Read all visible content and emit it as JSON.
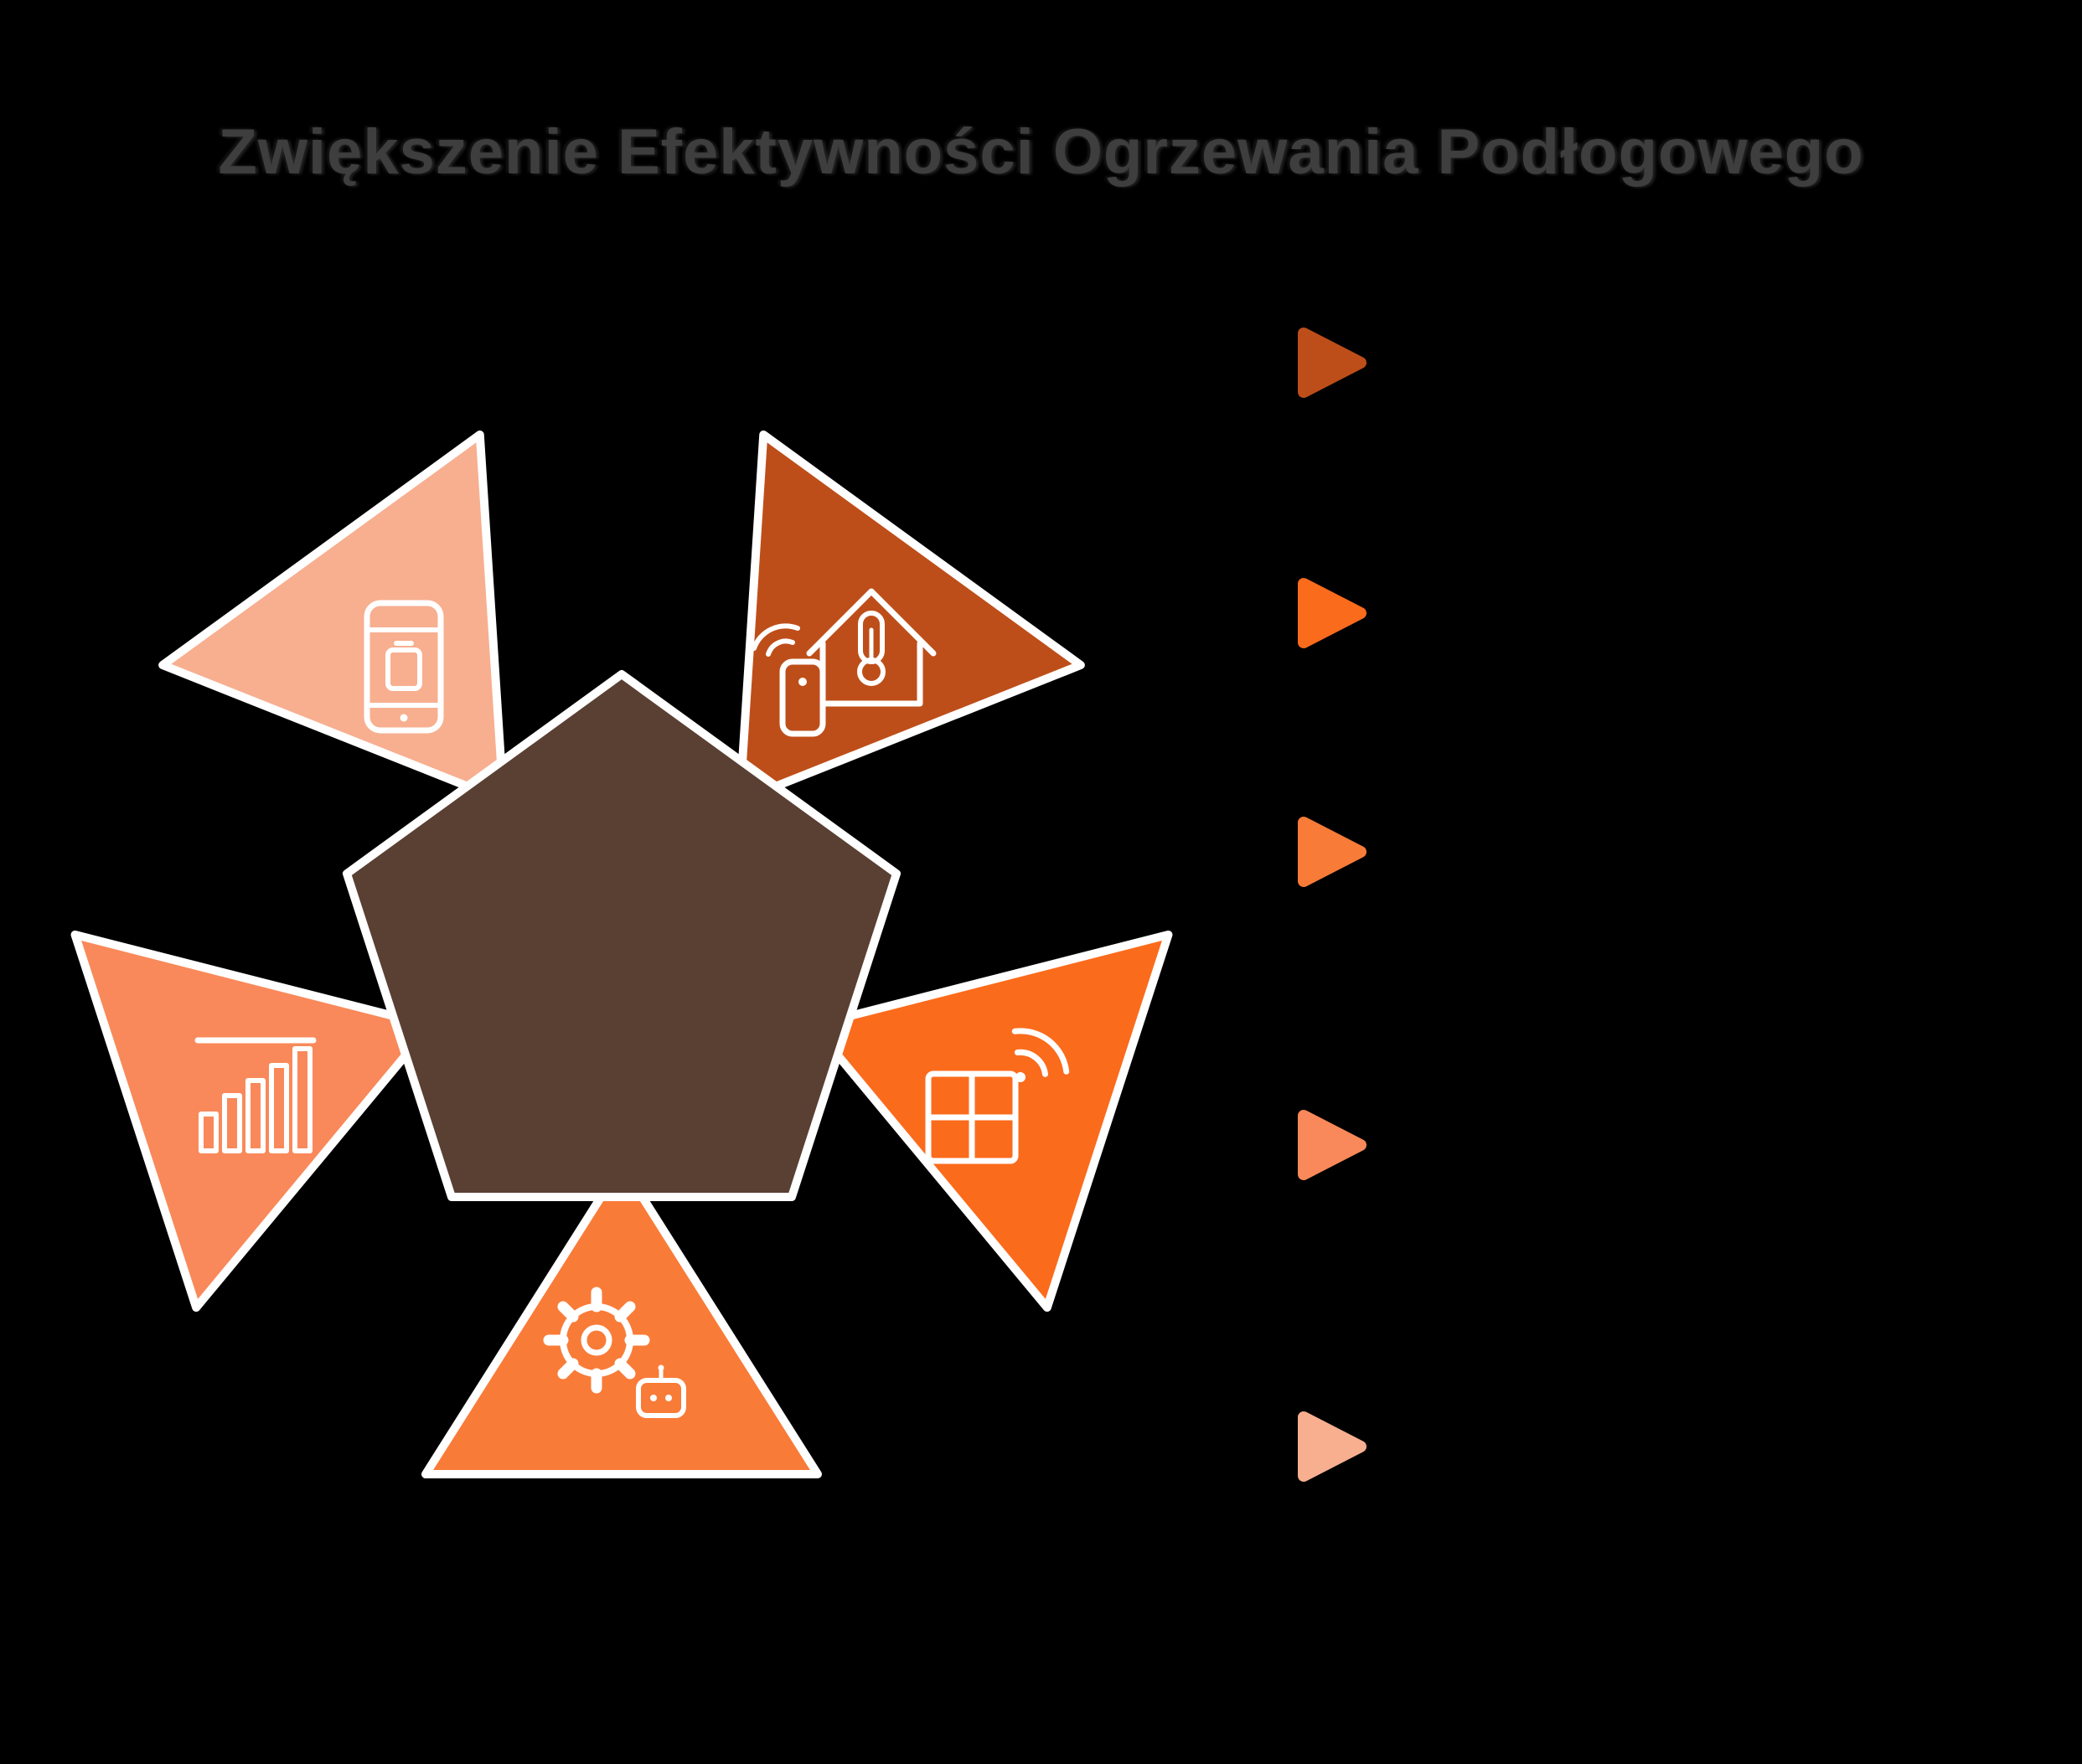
{
  "title": "Zwiększenie Efektywności Ogrzewania Podłogowego",
  "colors": {
    "background": "#000000",
    "title_text": "#3E3E3E",
    "pentagon_fill": "#5A3F33",
    "shape_outline": "#FFFFFF",
    "icon_stroke": "#FFFFFF"
  },
  "diagram": {
    "center_shape": "pentagon",
    "segments": [
      {
        "position": "bottom",
        "icon": "gear-robot-icon",
        "color": "#F97B38"
      },
      {
        "position": "lower-left",
        "icon": "bar-chart-icon",
        "color": "#F9895A"
      },
      {
        "position": "upper-left",
        "icon": "smartphone-icon",
        "color": "#F7AF90"
      },
      {
        "position": "upper-right",
        "icon": "home-thermostat-remote-icon",
        "color": "#BE4E19"
      },
      {
        "position": "lower-right",
        "icon": "window-wifi-icon",
        "color": "#FB6B1C"
      }
    ]
  },
  "legend_markers": [
    {
      "icon": "arrow-right-icon",
      "color": "#BE4E19"
    },
    {
      "icon": "arrow-right-icon",
      "color": "#FB6B1C"
    },
    {
      "icon": "arrow-right-icon",
      "color": "#F97B38"
    },
    {
      "icon": "arrow-right-icon",
      "color": "#F9895A"
    },
    {
      "icon": "arrow-right-icon",
      "color": "#F7AF90"
    }
  ]
}
